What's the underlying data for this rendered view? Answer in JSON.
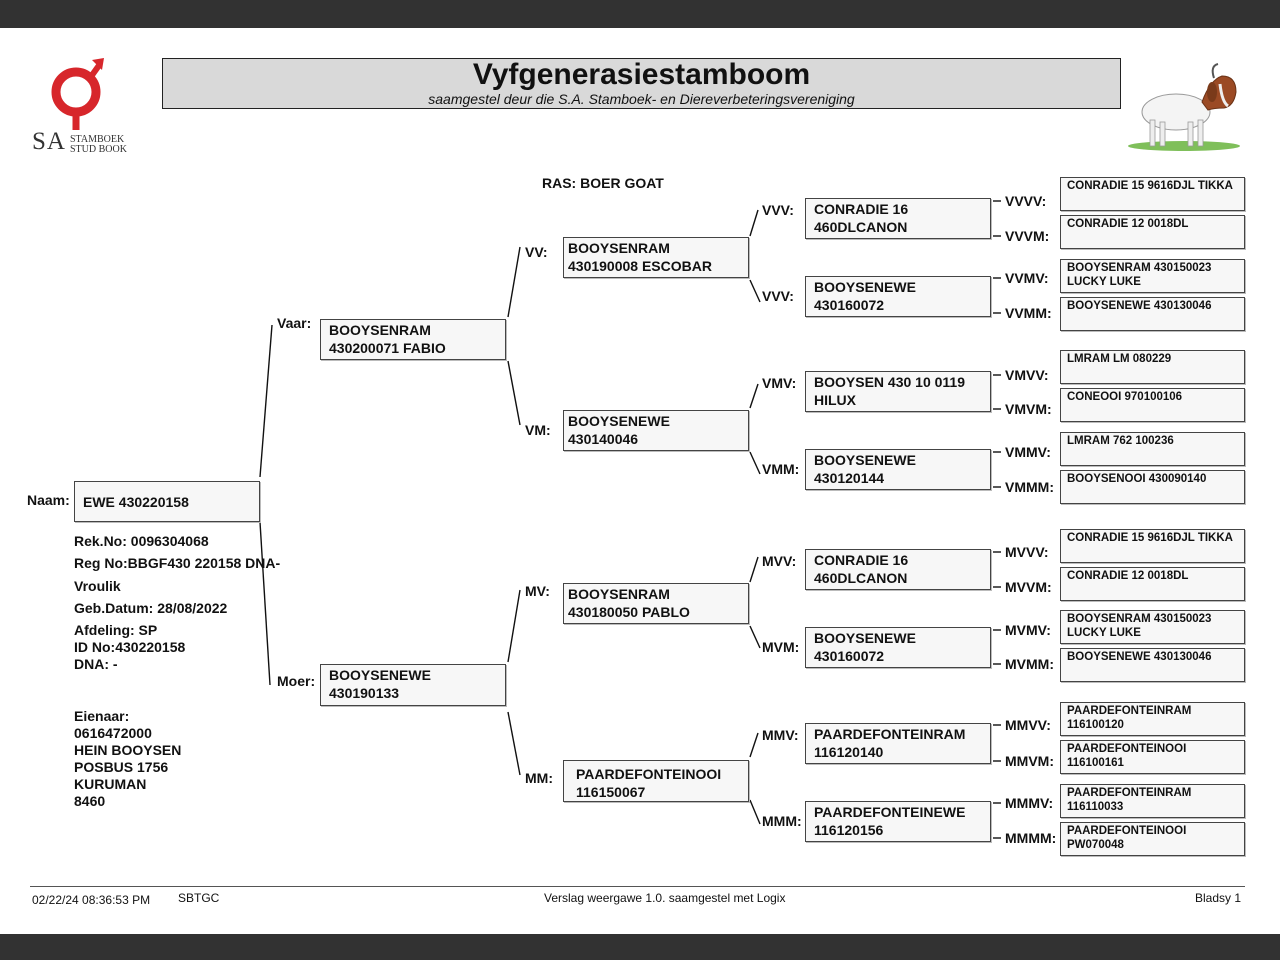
{
  "header": {
    "title": "Vyfgenerasiestamboom",
    "subtitle": "saamgestel deur die S.A. Stamboek- en Diereverbeteringsvereniging",
    "logo_text_main": "SA",
    "logo_text_line1": "STAMBOEK",
    "logo_text_line2": "STUD BOOK"
  },
  "breed": "RAS: BOER GOAT",
  "animal": {
    "naam_label": "Naam:",
    "naam": "EWE 430220158",
    "rek_no": "Rek.No: 0096304068",
    "reg_no": "Reg No:BBGF430 220158 DNA-",
    "sex": "Vroulik",
    "geb_datum": "Geb.Datum: 28/08/2022",
    "details": "Afdeling: SP\nID No:430220158\nDNA: -",
    "owner": "Eienaar:\n0616472000\nHEIN BOOYSEN\nPOSBUS 1756\nKURUMAN\n8460"
  },
  "gen1": {
    "vaar_label": "Vaar:",
    "vaar": "BOOYSENRAM\n430200071 FABIO",
    "moer_label": "Moer:",
    "moer": "BOOYSENEWE\n430190133"
  },
  "gen2": {
    "vv_label": "VV:",
    "vv": "BOOYSENRAM\n430190008 ESCOBAR",
    "vm_label": "VM:",
    "vm": "BOOYSENEWE\n430140046",
    "mv_label": "MV:",
    "mv": "BOOYSENRAM\n430180050 PABLO",
    "mm_label": "MM:",
    "mm": "PAARDEFONTEINOOI\n116150067"
  },
  "gen3": {
    "vvv_label": "VVV:",
    "vvv": "CONRADIE 16\n460DLCANON",
    "vvm_label": "VVV:",
    "vvm": "BOOYSENEWE\n430160072",
    "vmv_label": "VMV:",
    "vmv": "BOOYSEN 430 10 0119\nHILUX",
    "vmm_label": "VMM:",
    "vmm": "BOOYSENEWE\n430120144",
    "mvv_label": "MVV:",
    "mvv": "CONRADIE 16\n460DLCANON",
    "mvm_label": "MVM:",
    "mvm": "BOOYSENEWE\n430160072",
    "mmv_label": "MMV:",
    "mmv": "PAARDEFONTEINRAM\n116120140",
    "mmm_label": "MMM:",
    "mmm": "PAARDEFONTEINEWE\n116120156"
  },
  "gen4": {
    "vvvv_label": "VVVV:",
    "vvvv": "CONRADIE 15 9616DJL TIKKA",
    "vvvm_label": "VVVM:",
    "vvvm": "CONRADIE 12 0018DL",
    "vvmv_label": "VVMV:",
    "vvmv": "BOOYSENRAM 430150023\nLUCKY LUKE",
    "vvmm_label": "VVMM:",
    "vvmm": "BOOYSENEWE 430130046",
    "vmvv_label": "VMVV:",
    "vmvv": "LMRAM LM 080229",
    "vmvm_label": "VMVM:",
    "vmvm": "CONEOOI 970100106",
    "vmmv_label": "VMMV:",
    "vmmv": "LMRAM 762 100236",
    "vmmm_label": "VMMM:",
    "vmmm": "BOOYSENOOI 430090140",
    "mvvv_label": "MVVV:",
    "mvvv": "CONRADIE 15 9616DJL TIKKA",
    "mvvm_label": "MVVM:",
    "mvvm": "CONRADIE 12 0018DL",
    "mvmv_label": "MVMV:",
    "mvmv": "BOOYSENRAM 430150023\nLUCKY LUKE",
    "mvmm_label": "MVMM:",
    "mvmm": "BOOYSENEWE 430130046",
    "mmvv_label": "MMVV:",
    "mmvv": "PAARDEFONTEINRAM\n116100120",
    "mmvm_label": "MMVM:",
    "mmvm": "PAARDEFONTEINOOI\n116100161",
    "mmmv_label": "MMMV:",
    "mmmv": "PAARDEFONTEINRAM\n116110033",
    "mmmm_label": "MMMM:",
    "mmmm": "PAARDEFONTEINOOI\nPW070048"
  },
  "footer": {
    "timestamp": "02/22/24 08:36:53 PM",
    "code": "SBTGC",
    "report": "Verslag weergawe 1.0. saamgestel met Logix",
    "page": "Bladsy 1"
  },
  "colors": {
    "logo_red": "#d7262b",
    "title_bg": "#d9d9d9",
    "toolbar": "#323232"
  }
}
